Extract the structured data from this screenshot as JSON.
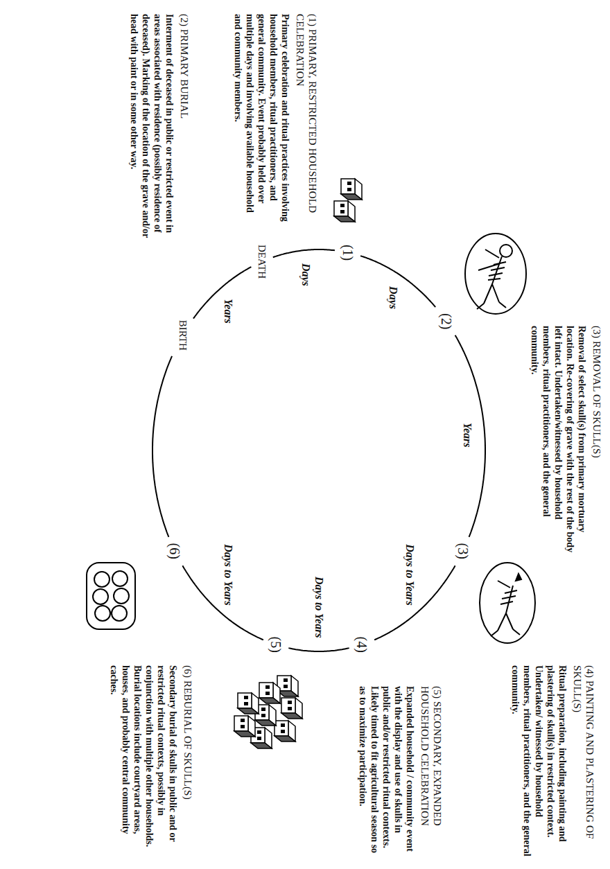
{
  "diagram": {
    "nodes": [
      {
        "text": [
          "(1)"
        ]
      },
      {
        "text": [
          "(2)"
        ]
      },
      {
        "text": [
          "(3)"
        ]
      },
      {
        "text": [
          "(4)"
        ]
      },
      {
        "text": [
          "(5)"
        ]
      },
      {
        "text": [
          "(6)"
        ]
      },
      {
        "text": [
          "DEATH"
        ]
      },
      {
        "text": [
          "BIRTH"
        ]
      }
    ],
    "edges": [
      {
        "from": 7,
        "to": 6,
        "arrow": "none",
        "label": "Years"
      },
      {
        "from": 6,
        "to": 0,
        "arrow": "none",
        "label": "Days"
      },
      {
        "from": 0,
        "to": 1,
        "arrow": "none",
        "label": "Days"
      },
      {
        "from": 1,
        "to": 2,
        "arrow": "none",
        "label": "Years"
      },
      {
        "from": 2,
        "to": 3,
        "arrow": "none",
        "label": "Days to Years"
      },
      {
        "from": 3,
        "to": 4,
        "arrow": "none",
        "label": "Days to Years"
      },
      {
        "from": 4,
        "to": 5,
        "arrow": "none",
        "label": "Days to Years"
      },
      {
        "from": 5,
        "to": 7,
        "arrow": "none"
      }
    ],
    "labels": [
      "(2) PRIMARY BURIAL",
      "Interment of deceased in public or restricted event in areas associated with residence (possibly residence of deceased). Marking of the location of the grave and/or head with paint or in some other way.",
      "(1) PRIMARY, RESTRICTED HOUSEHOLD CELEBRATION",
      "Primary celebration and ritual practices involving household members, ritual practitioners, and general community. Event probably held over multiple days and involving available household and community members.",
      "(3) REMOVAL OF SKULL(S)",
      "Removal of select skull(s) from primary mortuary location. Re-covering of grave with the rest of the body left intact. Undertaken/witnessed by household members, ritual practitioners, and the general community.",
      "(4) PAINTING AND PLASTERING OF SKULL(S)",
      "Ritual preparation, including painting and plastering of skull(s) in restricted context. Undertaken/ witnessed by household members, ritual practitioners, and the general community.",
      "(5) SECONDARY, EXPANDED HOUSEHOLD CELEBRATION",
      "Expanded household / community event with the display and use of skulls in public and/or restricted ritual contexts. Likely timed to fit agricultural season so as to maximize participation.",
      "(6) REBURIAL OF SKULL(S)",
      "Secondary burial of skulls in public and or restricted ritual contexts, possibly in conjunction with multiple other households. Burial locations include courtyard areas, houses, and probably central community caches."
    ]
  }
}
